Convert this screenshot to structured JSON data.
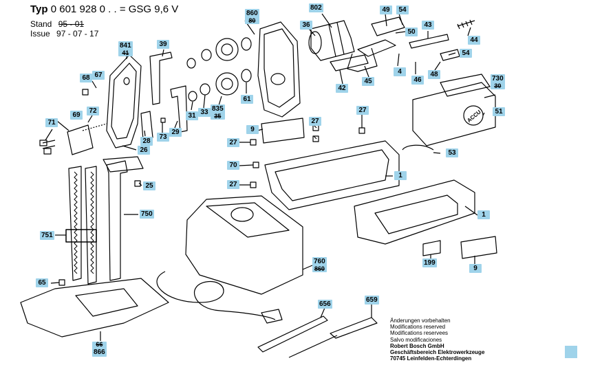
{
  "header": {
    "type_label": "Typ",
    "type_number": "0 601 928 0 . . = GSG 9,6 V",
    "stand_label": "Stand",
    "stand_value": "95 - 01",
    "issue_label": "Issue",
    "issue_value": "97 - 07 - 17"
  },
  "callouts": [
    {
      "id": "c860",
      "text": "860",
      "sub": "80"
    },
    {
      "id": "c802",
      "text": "802",
      "sub": ""
    },
    {
      "id": "c49",
      "text": "49",
      "sub": ""
    },
    {
      "id": "c54a",
      "text": "54",
      "sub": ""
    },
    {
      "id": "c36",
      "text": "36",
      "sub": ""
    },
    {
      "id": "c43",
      "text": "43",
      "sub": ""
    },
    {
      "id": "c50",
      "text": "50",
      "sub": ""
    },
    {
      "id": "c44",
      "text": "44",
      "sub": ""
    },
    {
      "id": "c54b",
      "text": "54",
      "sub": ""
    },
    {
      "id": "c841",
      "text": "841",
      "sub": "41"
    },
    {
      "id": "c39",
      "text": "39",
      "sub": ""
    },
    {
      "id": "c4",
      "text": "4",
      "sub": ""
    },
    {
      "id": "c48",
      "text": "48",
      "sub": ""
    },
    {
      "id": "c68",
      "text": "68",
      "sub": ""
    },
    {
      "id": "c67",
      "text": "67",
      "sub": ""
    },
    {
      "id": "c46",
      "text": "46",
      "sub": ""
    },
    {
      "id": "c42",
      "text": "42",
      "sub": ""
    },
    {
      "id": "c45",
      "text": "45",
      "sub": ""
    },
    {
      "id": "c730",
      "text": "730",
      "sub": "30"
    },
    {
      "id": "c61",
      "text": "61",
      "sub": ""
    },
    {
      "id": "c31",
      "text": "31",
      "sub": ""
    },
    {
      "id": "c33",
      "text": "33",
      "sub": ""
    },
    {
      "id": "c835",
      "text": "835",
      "sub": "35"
    },
    {
      "id": "c51",
      "text": "51",
      "sub": ""
    },
    {
      "id": "c69",
      "text": "69",
      "sub": ""
    },
    {
      "id": "c72",
      "text": "72",
      "sub": ""
    },
    {
      "id": "c27a",
      "text": "27",
      "sub": ""
    },
    {
      "id": "c71",
      "text": "71",
      "sub": ""
    },
    {
      "id": "c28",
      "text": "28",
      "sub": ""
    },
    {
      "id": "c29",
      "text": "29",
      "sub": ""
    },
    {
      "id": "c73",
      "text": "73",
      "sub": ""
    },
    {
      "id": "c9a",
      "text": "9",
      "sub": ""
    },
    {
      "id": "c27b",
      "text": "27",
      "sub": ""
    },
    {
      "id": "c27c",
      "text": "27",
      "sub": ""
    },
    {
      "id": "c26",
      "text": "26",
      "sub": ""
    },
    {
      "id": "c53",
      "text": "53",
      "sub": ""
    },
    {
      "id": "c70",
      "text": "70",
      "sub": ""
    },
    {
      "id": "c1a",
      "text": "1",
      "sub": ""
    },
    {
      "id": "c25",
      "text": "25",
      "sub": ""
    },
    {
      "id": "c27d",
      "text": "27",
      "sub": ""
    },
    {
      "id": "c750",
      "text": "750",
      "sub": ""
    },
    {
      "id": "c1b",
      "text": "1",
      "sub": ""
    },
    {
      "id": "c751",
      "text": "751",
      "sub": ""
    },
    {
      "id": "c199",
      "text": "199",
      "sub": ""
    },
    {
      "id": "c9b",
      "text": "9",
      "sub": ""
    },
    {
      "id": "c760",
      "text": "760",
      "sub": "860"
    },
    {
      "id": "c65",
      "text": "65",
      "sub": ""
    },
    {
      "id": "c656",
      "text": "656",
      "sub": ""
    },
    {
      "id": "c659",
      "text": "659",
      "sub": ""
    },
    {
      "id": "c866",
      "text": "866",
      "sub": "66"
    }
  ],
  "battery_logo_text": "ACCU",
  "notes": {
    "line1": "Änderungen vorbehalten",
    "line2": "Modifications reserved",
    "line3": "Modifications reservees",
    "line4": "Salvo modificaciones",
    "company": "Robert Bosch GmbH",
    "division": "Geschäftsbereich Elektrowerkzeuge",
    "address": "70745 Leinfelden-Echterdingen"
  },
  "colors": {
    "callout_bg": "#9fd3ea",
    "line": "#000000"
  }
}
